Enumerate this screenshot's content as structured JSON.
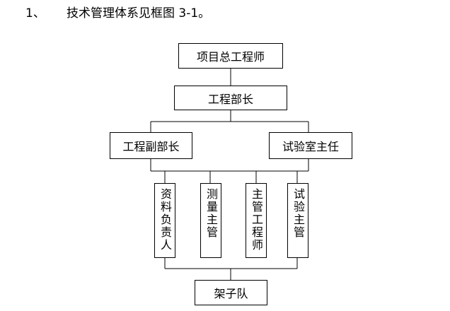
{
  "heading": {
    "number": "1、",
    "text": "技术管理体系见框图 3-1。"
  },
  "diagram": {
    "top": "项目总工程师",
    "level2": "工程部长",
    "level3_left": "工程副部长",
    "level3_right": "试验室主任",
    "staff": [
      "资料负责人",
      "测量主管",
      "主管工程师",
      "试验主管"
    ],
    "bottom": "架子队"
  }
}
